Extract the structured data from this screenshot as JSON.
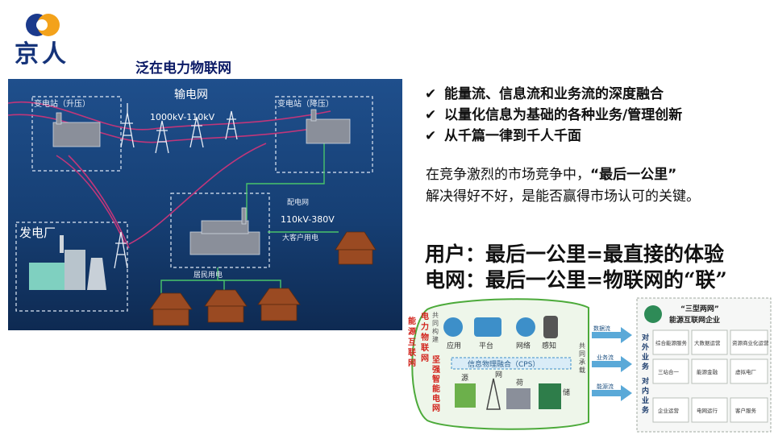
{
  "logo": {
    "text": "京人"
  },
  "slide_title": "泛在电力物联网",
  "network_image": {
    "grid_label": "输电网",
    "voltage_transmission": "1000kV-110kV",
    "substation_step_up": "变电站（升压）",
    "substation_step_down": "变电站（降压）",
    "power_plant": "发电厂",
    "distribution_label": "配电网",
    "voltage_distribution": "110kV-380V",
    "large_customer": "大客户用电",
    "residential": "居民用电"
  },
  "bullets": [
    "能量流、信息流和业务流的深度融合",
    "以量化信息为基础的各种业务/管理创新",
    "从千篇一律到千人千面"
  ],
  "bullet_mark": "✔",
  "paragraph": {
    "line1_prefix": "在竞争激烈的市场竞争中，",
    "line1_emph": "“最后一公里”",
    "line2": "解决得好不好，是能否赢得市场认可的关键。"
  },
  "big_lines": [
    "用户：最后一公里=最直接的体验",
    "电网：最后一公里=物联网的“联”"
  ],
  "diagram": {
    "left_vertical": [
      "能",
      "源",
      "互",
      "联",
      "网"
    ],
    "vertical_2": [
      "电",
      "力",
      "物",
      "联",
      "网"
    ],
    "vertical_3": [
      "共",
      "同",
      "构",
      "建"
    ],
    "vertical_4": [
      "坚",
      "强",
      "智",
      "能",
      "电",
      "网"
    ],
    "icons_top": [
      "应用",
      "平台",
      "网络",
      "感知"
    ],
    "middle_caption": "信息物理融合（CPS）",
    "middle_vertical": [
      "共",
      "同",
      "承",
      "载"
    ],
    "bottom_labels": [
      "源",
      "网",
      "荷",
      "储"
    ],
    "flows": [
      "数据流",
      "业务流",
      "能源流"
    ],
    "right_header_1": "“三型两网”",
    "right_header_2": "能源互联网企业",
    "right_side_top": [
      "对",
      "外",
      "业",
      "务"
    ],
    "right_side_bottom": [
      "对",
      "内",
      "业",
      "务"
    ],
    "right_grid": [
      "综合能源服务",
      "大数据运营",
      "资源商业化运营",
      "三站合一",
      "能源金融",
      "虚拟电厂",
      "企业运营",
      "电网运行",
      "客户服务"
    ]
  }
}
